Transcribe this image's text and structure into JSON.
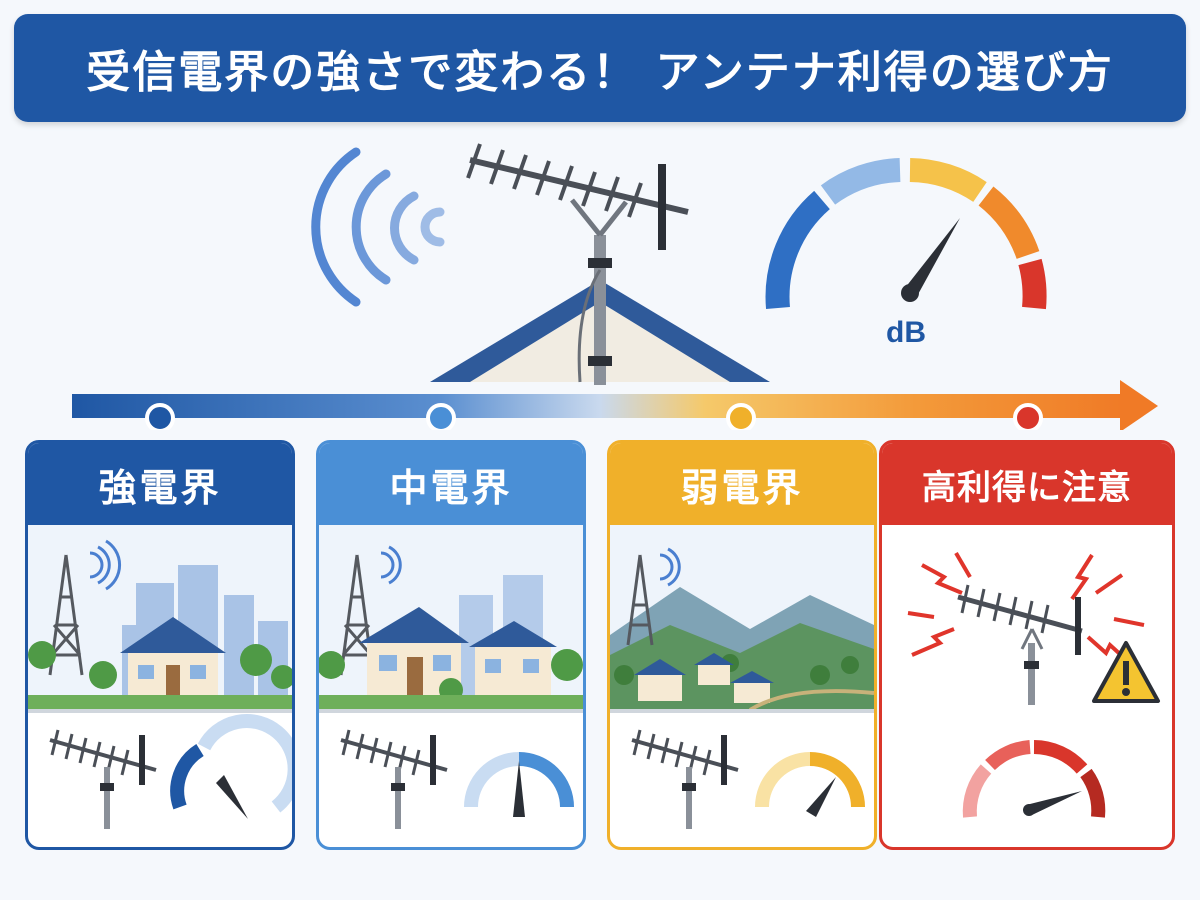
{
  "title": "受信電界の強さで変わる！ アンテナ利得の選び方",
  "gauge_unit": "dB",
  "colors": {
    "title_bg": "#1f57a4",
    "strong": "#1f57a4",
    "medium": "#4a8fd6",
    "weak": "#f0b02a",
    "caution": "#d9362b"
  },
  "cards": [
    {
      "label": "強電界",
      "scene": "city",
      "gauge_level": 0.2
    },
    {
      "label": "中電界",
      "scene": "suburb",
      "gauge_level": 0.5
    },
    {
      "label": "弱電界",
      "scene": "mountain",
      "gauge_level": 0.8
    },
    {
      "label": "高利得に注意",
      "scene": "overload",
      "gauge_level": 0.95
    }
  ]
}
